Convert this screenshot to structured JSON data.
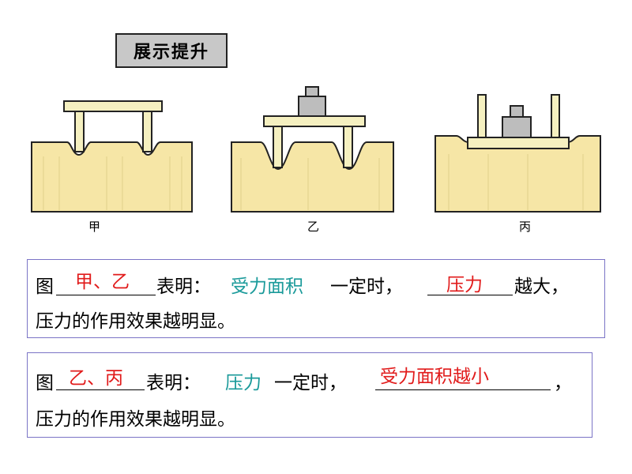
{
  "title": "展示提升",
  "experiments": [
    {
      "label": "甲"
    },
    {
      "label": "乙"
    },
    {
      "label": "丙"
    }
  ],
  "box1": {
    "prefix": "图",
    "answer1": "甲、乙",
    "mid1": "表明：",
    "term": "受力面积",
    "mid2": "一定时，",
    "answer2": "压力",
    "end1": "越大，",
    "line2": "压力的作用效果越明显。"
  },
  "box2": {
    "prefix": "图",
    "answer1": "乙、丙",
    "mid1": "表明：",
    "term": "压力",
    "mid2": "一定时，",
    "answer2": "受力面积越小",
    "end1": "，",
    "line2": "压力的作用效果越明显。"
  },
  "colors": {
    "answer": "#e11b1b",
    "term": "#1a9a9a",
    "box_border": "#7b74c6",
    "foam": "#f6e6a6",
    "table": "#f5f0c0",
    "weight": "#bdbdbd"
  }
}
